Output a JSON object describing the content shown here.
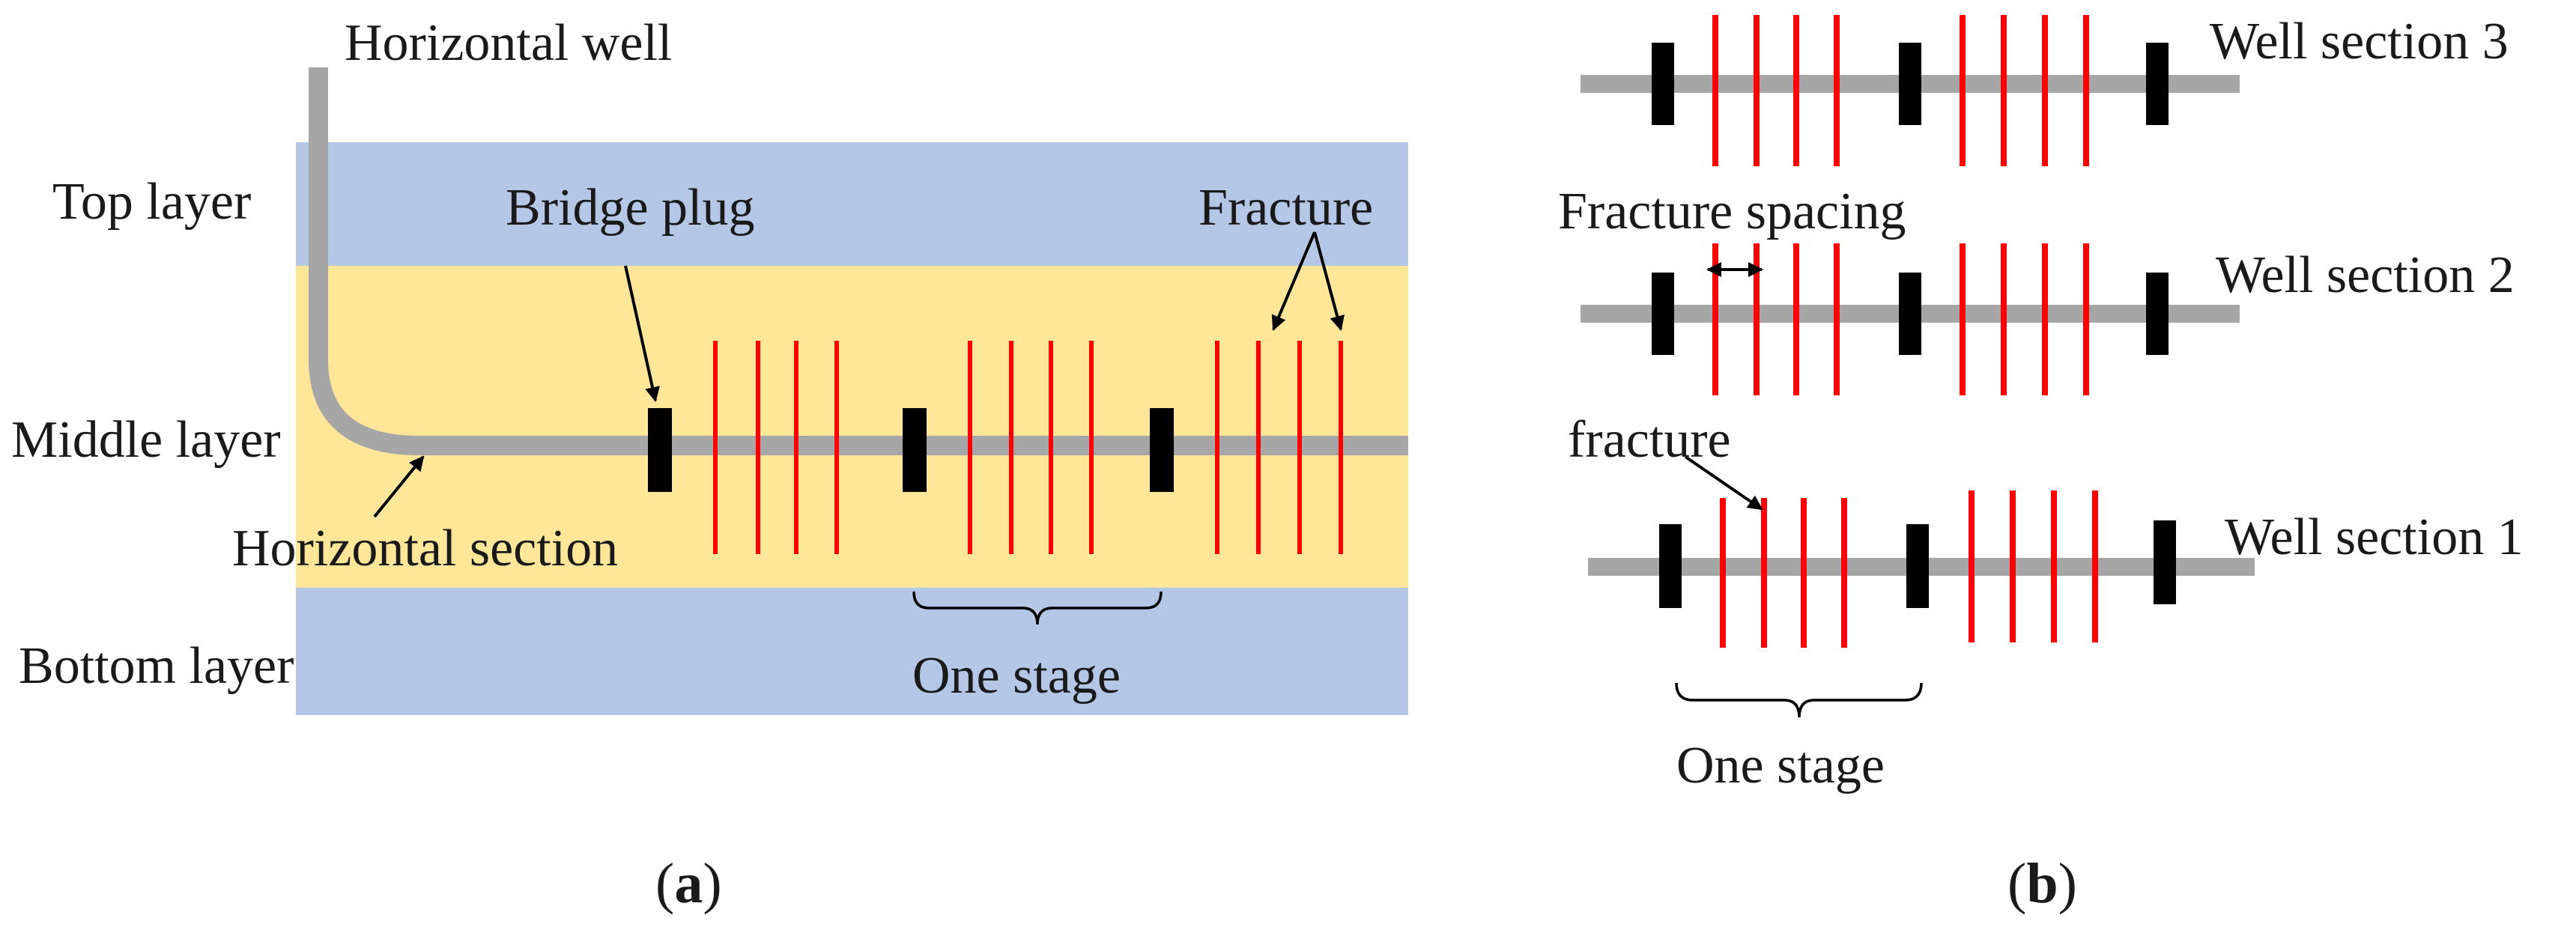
{
  "panel_a": {
    "title_horizontal_well": "Horizontal well",
    "top_layer": "Top layer",
    "middle_layer": "Middle layer",
    "bottom_layer": "Bottom layer",
    "bridge_plug": "Bridge plug",
    "fracture": "Fracture",
    "horizontal_section": "Horizontal section",
    "one_stage": "One stage",
    "caption_open": "(",
    "caption_letter": "a",
    "caption_close": ")",
    "colors": {
      "outer_layer": "#b4c7e7",
      "middle_layer": "#ffe699",
      "well": "#a6a6a6",
      "plug": "#000000",
      "fracture": "#ff0000"
    }
  },
  "panel_b": {
    "well_section_3": "Well section 3",
    "well_section_2": "Well section 2",
    "well_section_1": "Well section 1",
    "fracture_spacing": "Fracture spacing",
    "fracture": "fracture",
    "one_stage": "One stage",
    "caption_open": "(",
    "caption_letter": "b",
    "caption_close": ")"
  }
}
